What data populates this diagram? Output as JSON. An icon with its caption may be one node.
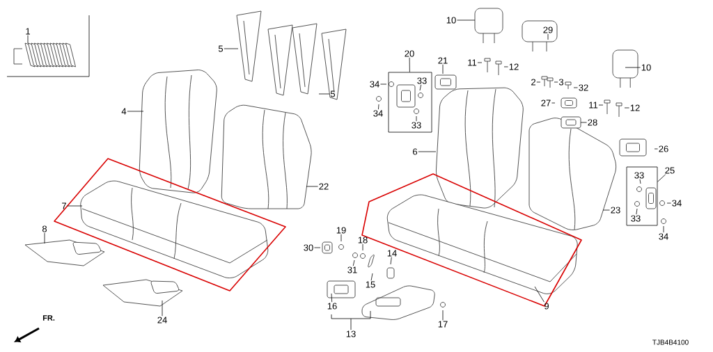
{
  "diagram": {
    "nodes": [
      {
        "text": [
          "1"
        ]
      },
      {
        "text": [
          "10"
        ]
      },
      {
        "text": [
          "29"
        ]
      },
      {
        "text": [
          "5"
        ]
      },
      {
        "text": [
          "20"
        ]
      },
      {
        "text": [],
        "shape": "box"
      },
      {
        "text": [
          "33"
        ],
        "in": 5
      },
      {
        "text": [
          "33"
        ],
        "in": 5
      },
      {
        "text": [
          "34"
        ]
      },
      {
        "text": [
          "34"
        ]
      },
      {
        "text": [
          "21"
        ]
      },
      {
        "text": [
          "11"
        ]
      },
      {
        "text": [
          "12"
        ]
      },
      {
        "text": [
          "10"
        ]
      },
      {
        "text": [
          "2"
        ]
      },
      {
        "text": [
          "3"
        ]
      },
      {
        "text": [
          "32"
        ]
      },
      {
        "text": [
          "5"
        ]
      },
      {
        "text": [
          "27"
        ]
      },
      {
        "text": [
          "11"
        ]
      },
      {
        "text": [
          "12"
        ]
      },
      {
        "text": [
          "4"
        ]
      },
      {
        "text": [
          "28"
        ]
      },
      {
        "text": [
          "26"
        ]
      },
      {
        "text": [
          "6"
        ]
      },
      {
        "text": [
          "25"
        ]
      },
      {
        "text": [],
        "shape": "box"
      },
      {
        "text": [
          "33"
        ],
        "in": 26
      },
      {
        "text": [
          "33"
        ],
        "in": 26
      },
      {
        "text": [
          "22"
        ]
      },
      {
        "text": [
          "34"
        ]
      },
      {
        "text": [
          "7"
        ]
      },
      {
        "text": [
          "23"
        ]
      },
      {
        "text": [
          "8"
        ]
      },
      {
        "text": [
          "19"
        ]
      },
      {
        "text": [
          "34"
        ]
      },
      {
        "text": [
          "18"
        ]
      },
      {
        "text": [
          "30"
        ]
      },
      {
        "text": [
          "14"
        ]
      },
      {
        "text": [
          "31"
        ]
      },
      {
        "text": [
          "15"
        ]
      },
      {
        "text": [
          "16"
        ]
      },
      {
        "text": [
          "9"
        ]
      },
      {
        "text": [
          "24"
        ]
      },
      {
        "text": [
          "17"
        ]
      },
      {
        "text": [
          "13"
        ]
      }
    ],
    "edges": [
      {
        "from": 0,
        "to": null,
        "arrow": "none"
      },
      {
        "from": 1,
        "to": null,
        "arrow": "none"
      },
      {
        "from": 2,
        "to": null,
        "arrow": "none"
      },
      {
        "from": 3,
        "to": null,
        "arrow": "none"
      },
      {
        "from": 4,
        "to": 5,
        "arrow": "none"
      },
      {
        "from": 6,
        "to": null,
        "arrow": "none"
      },
      {
        "from": 7,
        "to": null,
        "arrow": "none"
      },
      {
        "from": 8,
        "to": null,
        "arrow": "none"
      },
      {
        "from": 9,
        "to": null,
        "arrow": "none"
      },
      {
        "from": 10,
        "to": null,
        "arrow": "none"
      },
      {
        "from": 11,
        "to": null,
        "arrow": "none"
      },
      {
        "from": 12,
        "to": null,
        "arrow": "none"
      },
      {
        "from": 13,
        "to": null,
        "arrow": "none"
      },
      {
        "from": 14,
        "to": null,
        "arrow": "none"
      },
      {
        "from": 15,
        "to": null,
        "arrow": "none"
      },
      {
        "from": 16,
        "to": null,
        "arrow": "none"
      },
      {
        "from": 17,
        "to": null,
        "arrow": "none"
      },
      {
        "from": 18,
        "to": null,
        "arrow": "none"
      },
      {
        "from": 19,
        "to": null,
        "arrow": "none"
      },
      {
        "from": 20,
        "to": null,
        "arrow": "none"
      },
      {
        "from": 21,
        "to": null,
        "arrow": "none"
      },
      {
        "from": 22,
        "to": null,
        "arrow": "none"
      },
      {
        "from": 23,
        "to": null,
        "arrow": "none"
      },
      {
        "from": 24,
        "to": null,
        "arrow": "none"
      },
      {
        "from": 25,
        "to": 26,
        "arrow": "none"
      },
      {
        "from": 27,
        "to": null,
        "arrow": "none"
      },
      {
        "from": 28,
        "to": null,
        "arrow": "none"
      },
      {
        "from": 29,
        "to": null,
        "arrow": "none"
      },
      {
        "from": 30,
        "to": null,
        "arrow": "none"
      },
      {
        "from": 31,
        "to": null,
        "arrow": "none"
      },
      {
        "from": 32,
        "to": null,
        "arrow": "none"
      },
      {
        "from": 33,
        "to": null,
        "arrow": "none"
      },
      {
        "from": 34,
        "to": null,
        "arrow": "none"
      },
      {
        "from": 35,
        "to": null,
        "arrow": "none"
      },
      {
        "from": 36,
        "to": null,
        "arrow": "none"
      },
      {
        "from": 37,
        "to": null,
        "arrow": "none"
      },
      {
        "from": 38,
        "to": null,
        "arrow": "none"
      },
      {
        "from": 39,
        "to": null,
        "arrow": "none"
      },
      {
        "from": 40,
        "to": null,
        "arrow": "none"
      },
      {
        "from": 41,
        "to": null,
        "arrow": "none"
      },
      {
        "from": 42,
        "to": null,
        "arrow": "none"
      },
      {
        "from": 43,
        "to": null,
        "arrow": "none"
      },
      {
        "from": 44,
        "to": null,
        "arrow": "none"
      },
      {
        "from": 45,
        "to": null,
        "arrow": "none"
      }
    ],
    "labels": [
      "FR.",
      "TJB4B4100"
    ]
  }
}
